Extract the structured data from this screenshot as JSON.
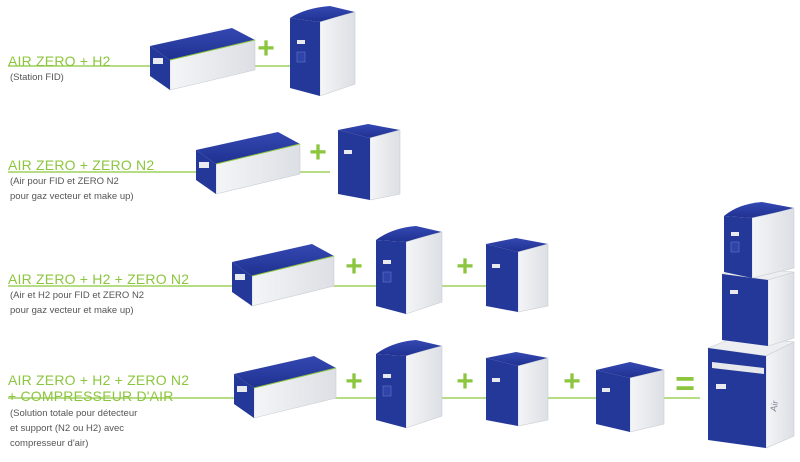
{
  "colors": {
    "accent": "#8cc63f",
    "unit_blue": "#24389a",
    "unit_grey": "#e6e8ec",
    "caption": "#555555"
  },
  "rows": [
    {
      "title": "AIR ZERO + H2",
      "description": [
        "(Station FID)"
      ],
      "operators": [
        "+"
      ]
    },
    {
      "title": "AIR ZERO + ZERO N2",
      "description": [
        "(Air pour FID et ZERO N2",
        "pour gaz vecteur et make up)"
      ],
      "operators": [
        "+"
      ]
    },
    {
      "title": "AIR ZERO + H2 + ZERO N2",
      "description": [
        "(Air et H2 pour FID et ZERO N2",
        "pour gaz vecteur et make up)"
      ],
      "operators": [
        "+",
        "+"
      ]
    },
    {
      "title": [
        "AIR ZERO + H2 + ZERO N2",
        "+ COMPRESSEUR D'AIR"
      ],
      "description": [
        "(Solution totale pour détecteur",
        "et support (N2 ou H2) avec",
        "compresseur d'air)"
      ],
      "operators": [
        "+",
        "+",
        "+",
        "="
      ]
    }
  ],
  "stack_label": "Air"
}
